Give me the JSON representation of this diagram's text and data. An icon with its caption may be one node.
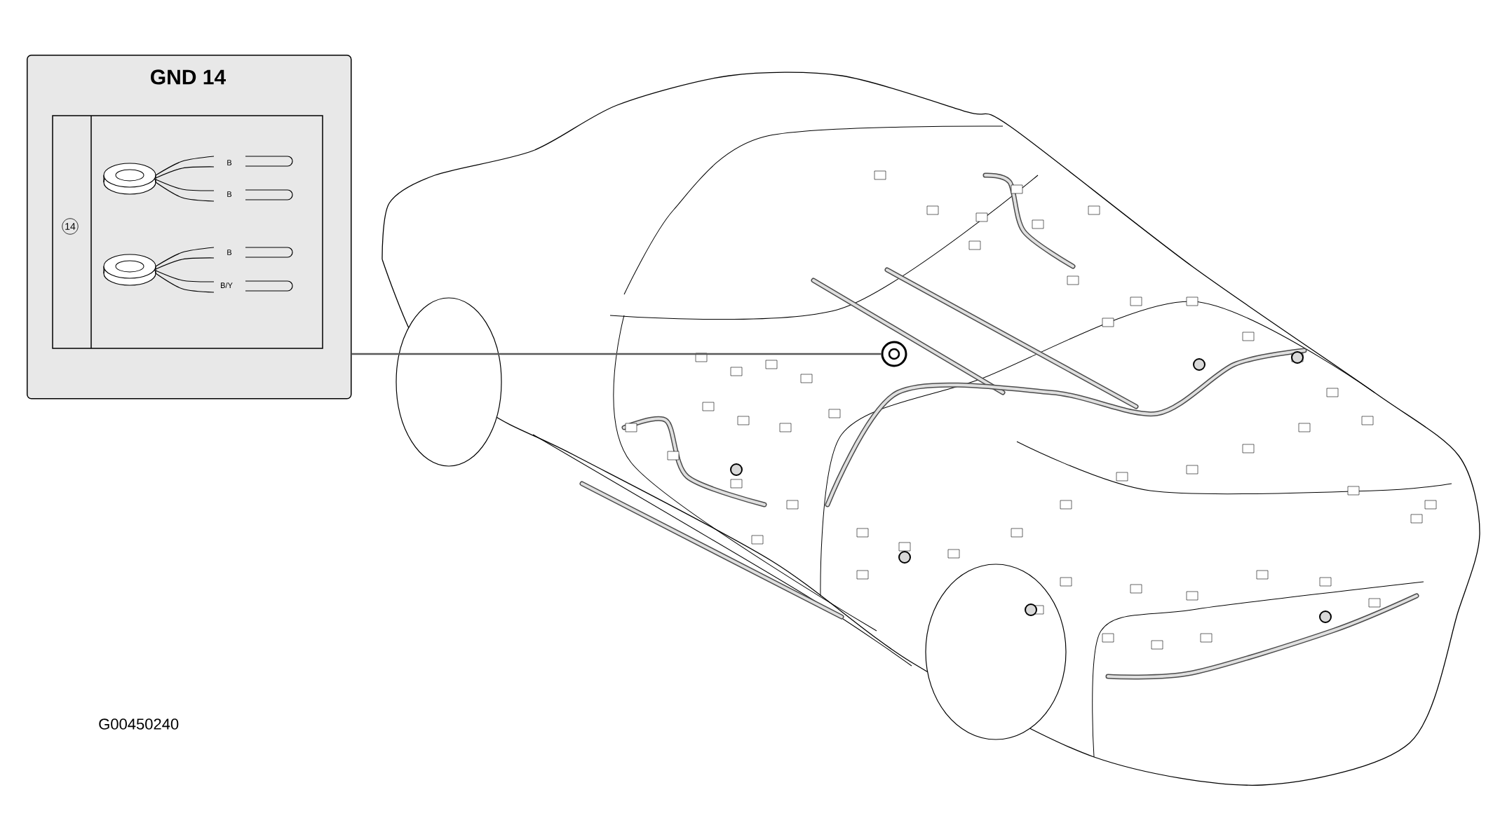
{
  "diagram": {
    "nodes": [
      {
        "text": [
          "GND 14"
        ]
      },
      {
        "text": [
          "14"
        ],
        "in": 0
      },
      {
        "text": [],
        "shape": "circle"
      }
    ],
    "edges": [
      {
        "from": 0,
        "to": 2,
        "arrow": "none"
      }
    ],
    "labels": [
      "B",
      "B",
      "B",
      "B/Y",
      "G00450240"
    ]
  }
}
